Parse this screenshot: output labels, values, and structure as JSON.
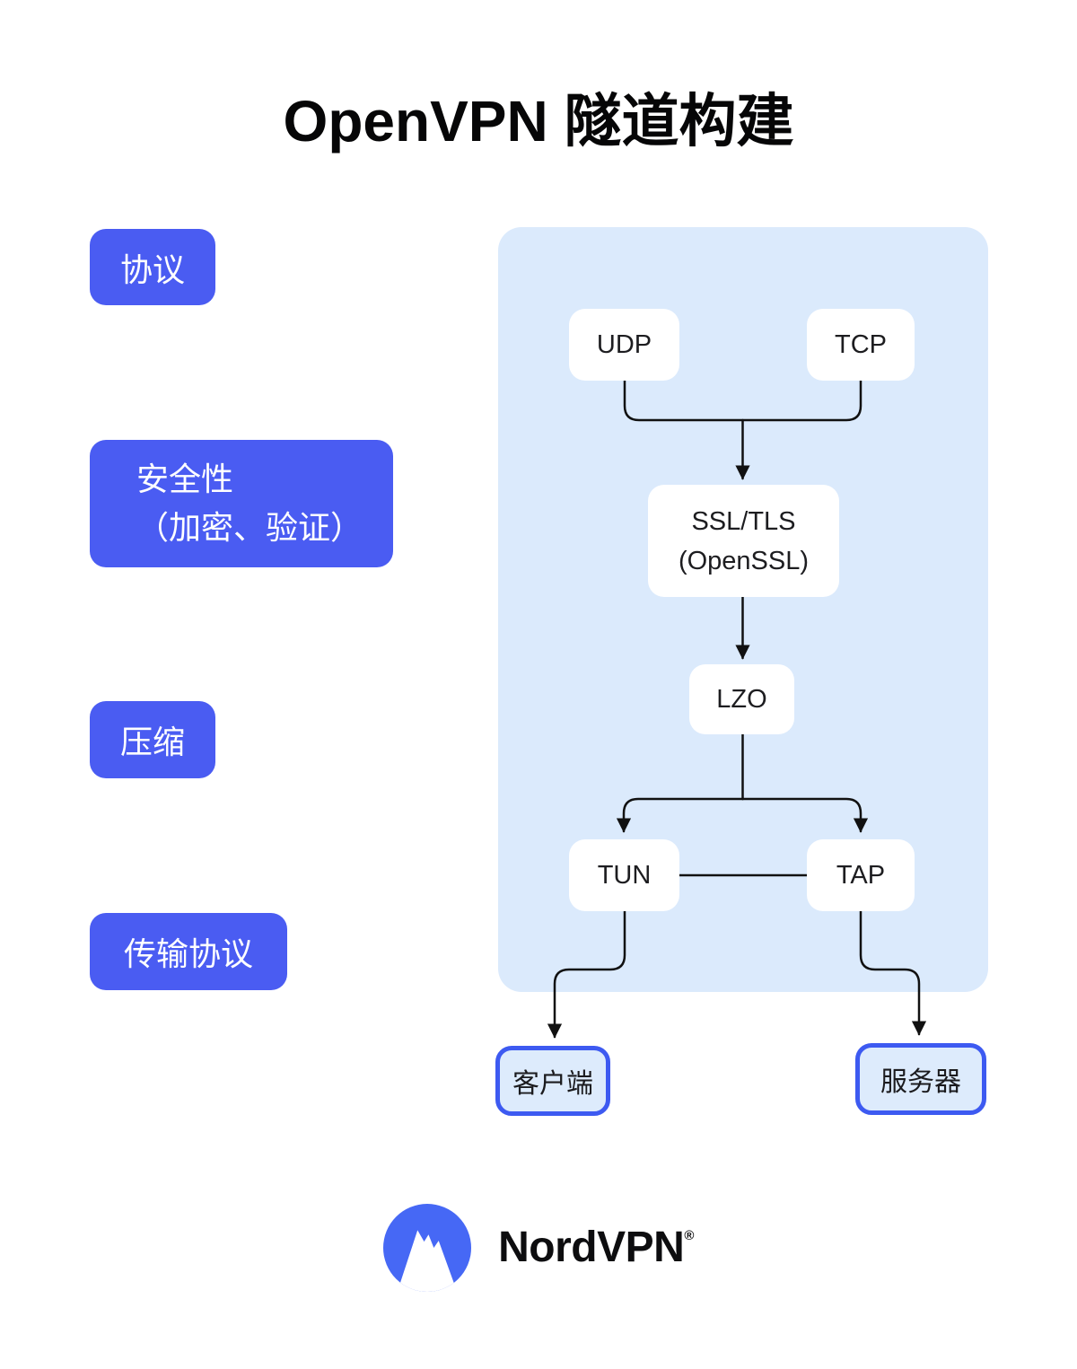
{
  "page": {
    "title": "OpenVPN 隧道构建",
    "background_color": "#ffffff"
  },
  "colors": {
    "category_label_blue": "#4a5cf2",
    "panel_light_blue": "#dbeafc",
    "endpoint_fill": "#ddebfc",
    "endpoint_border_blue": "#3d5af1",
    "node_white": "#ffffff",
    "connector_black": "#111111",
    "logo_blue": "#4668f5",
    "title_black": "#060607"
  },
  "category_labels": {
    "protocol": "协议",
    "security_line1": "安全性",
    "security_line2": "（加密、验证）",
    "compression": "压缩",
    "transport": "传输协议"
  },
  "diagram": {
    "nodes": {
      "udp": "UDP",
      "tcp": "TCP",
      "ssl_line1": "SSL/TLS",
      "ssl_line2": "(OpenSSL)",
      "lzo": "LZO",
      "tun": "TUN",
      "tap": "TAP"
    },
    "endpoints": {
      "client": "客户端",
      "server": "服务器"
    }
  },
  "footer": {
    "brand": "NordVPN",
    "registered_mark": "®",
    "logo_icon": "nordvpn-mountain-icon"
  }
}
